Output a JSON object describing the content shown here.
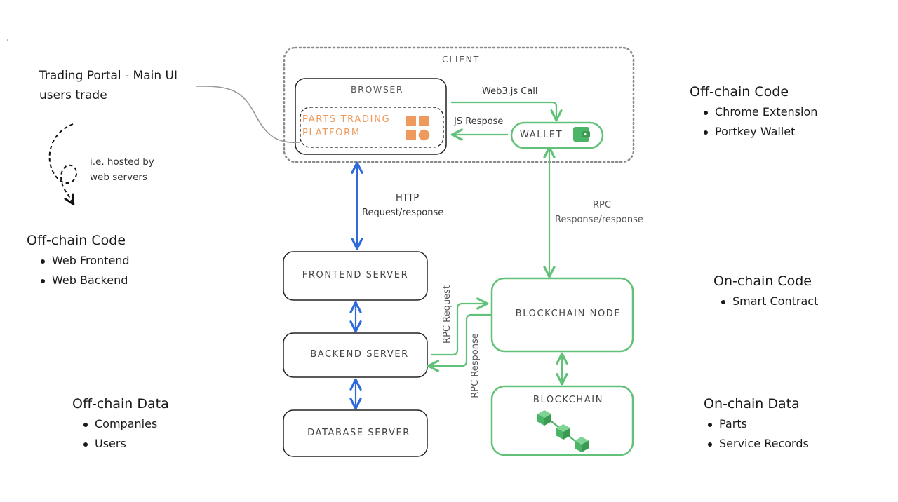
{
  "colors": {
    "blue": "#2e6bd9",
    "green": "#62c178",
    "orange": "#ee9a5c",
    "gray": "#9a9a9a",
    "box_border": "#222222",
    "dotted_border": "#8a8a8a"
  },
  "client": {
    "title": "CLIENT"
  },
  "browser": {
    "title": "BROWSER",
    "platform_line1": "PARTS TRADING",
    "platform_line2": "PLATFORM",
    "platform_icon": "grid-shapes-icon"
  },
  "wallet": {
    "label": "WALLET",
    "icon": "wallet-icon"
  },
  "arrows": {
    "web3_call": "Web3.js Call",
    "js_response": "JS Respose",
    "http_line1": "HTTP",
    "http_line2": "Request/response",
    "rpc_line1": "RPC",
    "rpc_line2": "Response/response",
    "rpc_request": "RPC Request",
    "rpc_response": "RPC Response"
  },
  "servers": {
    "frontend": "FRONTEND SERVER",
    "backend": "BACKEND SERVER",
    "database": "DATABASE SERVER",
    "blockchain_node": "BLOCKCHAIN NODE",
    "blockchain": "BLOCKCHAIN",
    "blockchain_icon": "linked-cubes-icon"
  },
  "trading_portal": {
    "line1": "Trading Portal - Main UI",
    "line2": "users trade"
  },
  "hosted_note": {
    "line1": "i.e. hosted by",
    "line2": "web servers"
  },
  "left_offchain_code": {
    "heading": "Off-chain Code",
    "items": [
      "Web Frontend",
      "Web Backend"
    ]
  },
  "left_offchain_data": {
    "heading": "Off-chain Data",
    "items": [
      "Companies",
      "Users"
    ]
  },
  "right_offchain_code": {
    "heading": "Off-chain Code",
    "items": [
      "Chrome Extension",
      "Portkey Wallet"
    ]
  },
  "right_onchain_code": {
    "heading": "On-chain Code",
    "items": [
      "Smart Contract"
    ]
  },
  "right_onchain_data": {
    "heading": "On-chain Data",
    "items": [
      "Parts",
      "Service Records"
    ]
  },
  "stray_mark": "."
}
